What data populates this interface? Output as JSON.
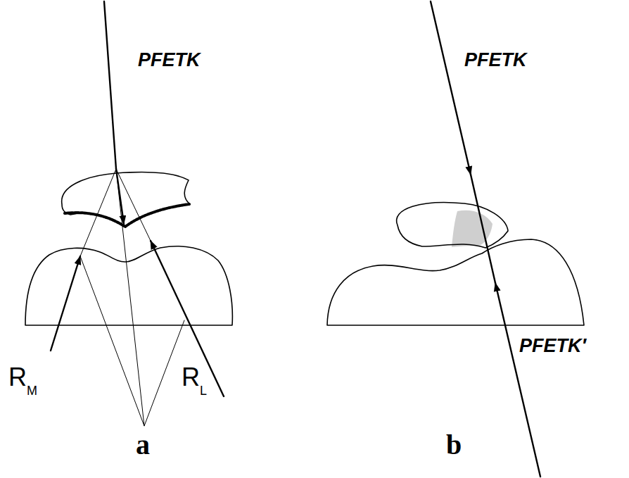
{
  "diagram": {
    "labels": [
      "PFETK",
      "R",
      "M",
      "R",
      "L",
      "a",
      "PFETK",
      "PFETK′",
      "b"
    ]
  }
}
